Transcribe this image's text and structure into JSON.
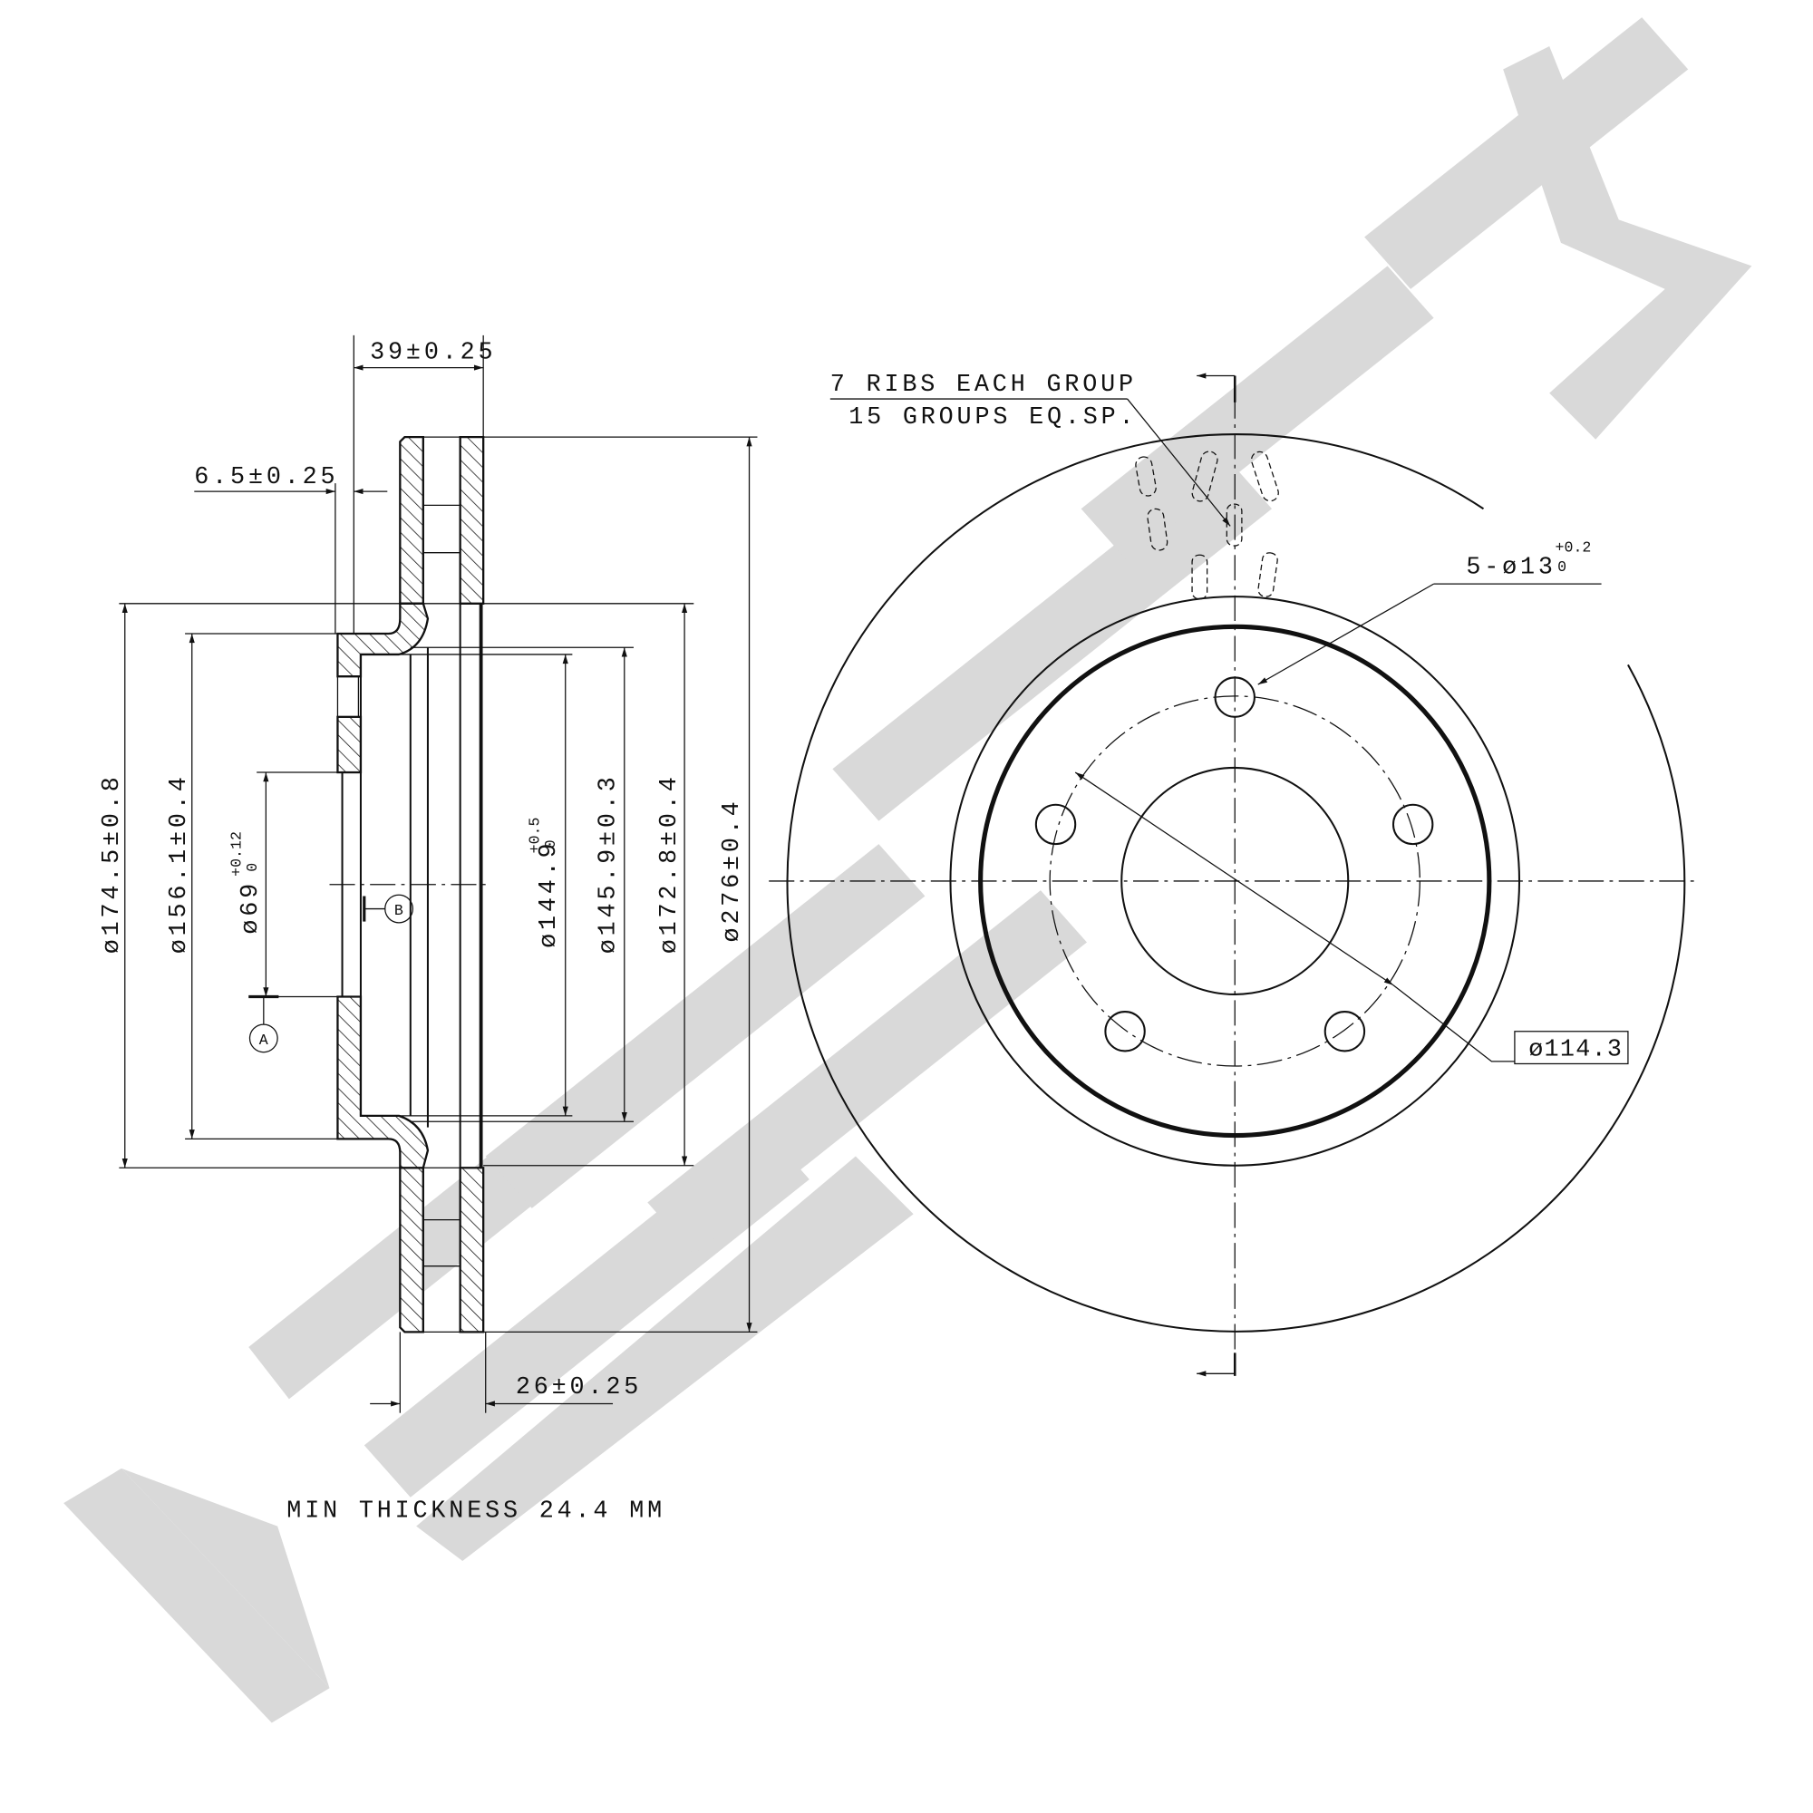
{
  "drawing": {
    "side_view": {
      "overall_width": "39±0.25",
      "hat_offset": "6.5±0.25",
      "disc_thickness": "26±0.25",
      "dia_174_5": "ø174.5±0.8",
      "dia_156_1": "ø156.1±0.4",
      "dia_69": {
        "base": "ø69",
        "upper": "+0.12",
        "lower": "0"
      },
      "dia_144_9": {
        "base": "ø144.9",
        "upper": "+0.5",
        "lower": "0"
      },
      "dia_145_9": "ø145.9±0.3",
      "dia_172_8": "ø172.8±0.4",
      "dia_276": "ø276±0.4",
      "datum_a": "A",
      "datum_b": "B",
      "min_thickness_note": "MIN THICKNESS 24.4 MM"
    },
    "front_view": {
      "ribs_note_line1": "7 RIBS EACH GROUP",
      "ribs_note_line2": "15 GROUPS EQ.SP.",
      "bolt_holes": {
        "base": "5-ø13",
        "upper": "+0.2",
        "lower": "0"
      },
      "pcd": "ø114.3"
    }
  }
}
